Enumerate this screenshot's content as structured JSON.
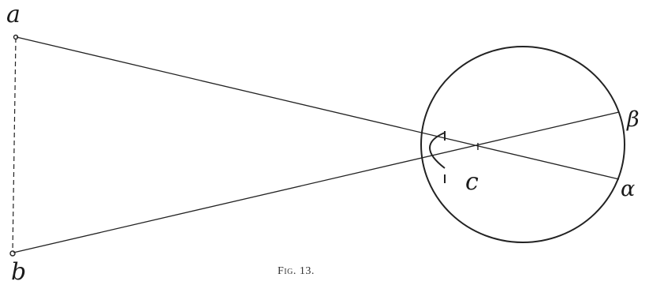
{
  "figure": {
    "caption": "Fig. 13.",
    "labels": {
      "object_top": "a",
      "object_bottom": "b",
      "nodal_point": "c",
      "retina_upper": "β",
      "retina_lower": "α"
    }
  },
  "colors": {
    "ink": "#1a1a1a",
    "paper": "#ffffff"
  }
}
